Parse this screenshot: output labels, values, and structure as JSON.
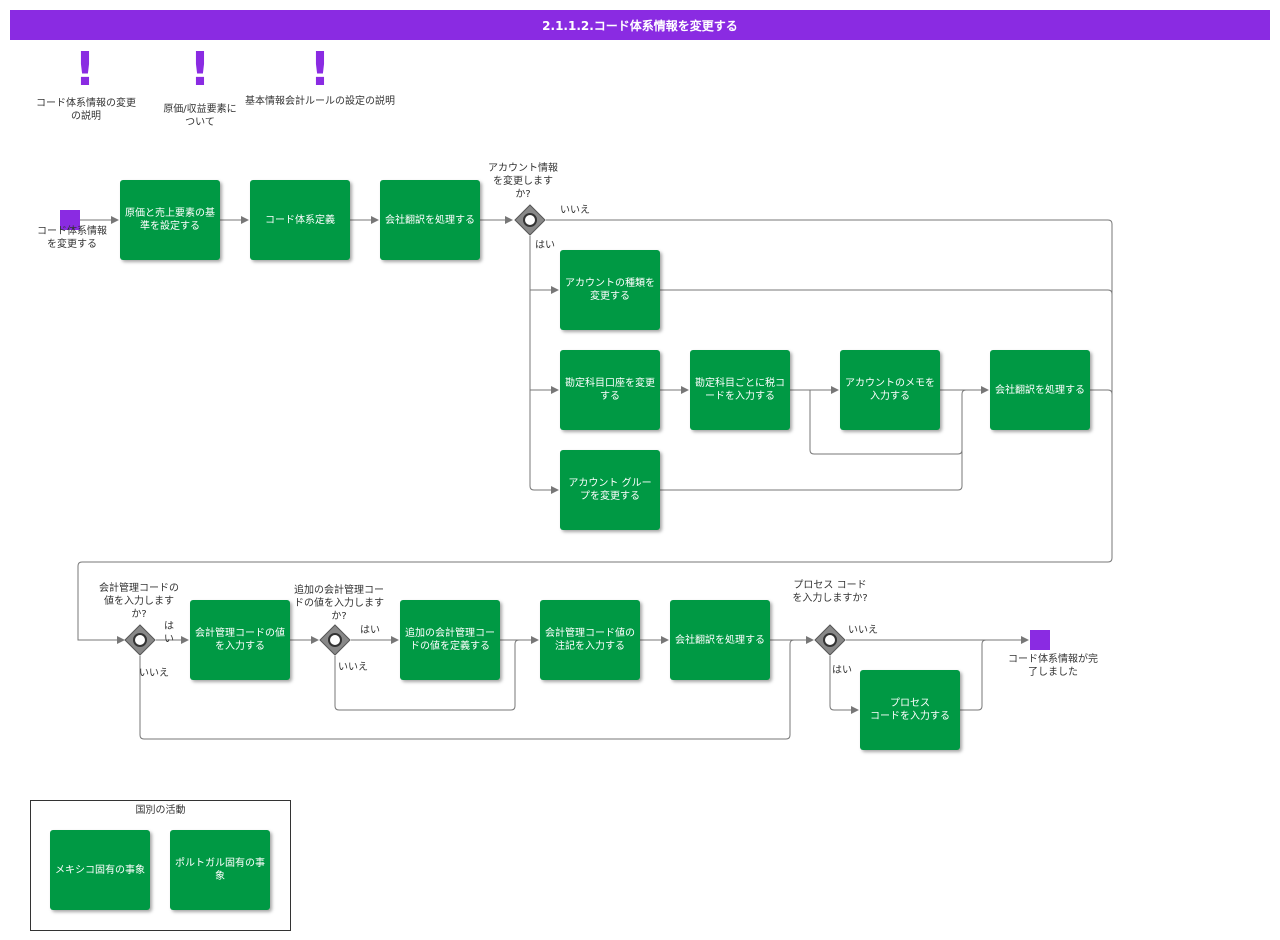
{
  "title": "2.1.1.2.コード体系情報を変更する",
  "colors": {
    "header": "#8a2be2",
    "task": "#009944",
    "event": "#8a2be2",
    "gateway": "#888888",
    "line": "#777777"
  },
  "notes": [
    {
      "icon": "exclamation-icon",
      "symbol": "!",
      "label": "コード体系情報の変更の説明"
    },
    {
      "icon": "exclamation-icon",
      "symbol": "!",
      "label": "原価/収益要素について"
    },
    {
      "icon": "exclamation-icon",
      "symbol": "!",
      "label": "基本情報会計ルールの設定の説明"
    }
  ],
  "events": {
    "start": "コード体系情報を変更する",
    "end": "コード体系情報が完了しました"
  },
  "tasks": {
    "t1": "原価と売上要素の基準を設定する",
    "t2": "コード体系定義",
    "t3": "会社翻訳を処理する",
    "t4": "アカウントの種類を変更する",
    "t5": "勘定科目口座を変更する",
    "t6": "勘定科目ごとに税コードを入力する",
    "t7": "アカウントのメモを入力する",
    "t8": "会社翻訳を処理する",
    "t9": "アカウント グループを変更する",
    "t10": "会計管理コードの値を入力する",
    "t11": "追加の会計管理コードの値を定義する",
    "t12": "会計管理コード値の注記を入力する",
    "t13": "会社翻訳を処理する",
    "t14": "プロセス\nコードを入力する"
  },
  "gateways": {
    "g1": {
      "question": "アカウント情報を変更しますか?",
      "yes": "はい",
      "no": "いいえ"
    },
    "g2": {
      "question": "会計管理コードの値を入力しますか?",
      "yes": "はい",
      "no": "いいえ"
    },
    "g3": {
      "question": "追加の会計管理コードの値を入力しますか?",
      "yes": "はい",
      "no": "いいえ"
    },
    "g4": {
      "question": "プロセス コードを入力しますか?",
      "yes": "はい",
      "no": "いいえ"
    }
  },
  "legend": {
    "title": "国別の活動",
    "items": [
      "メキシコ固有の事象",
      "ポルトガル固有の事象"
    ]
  }
}
